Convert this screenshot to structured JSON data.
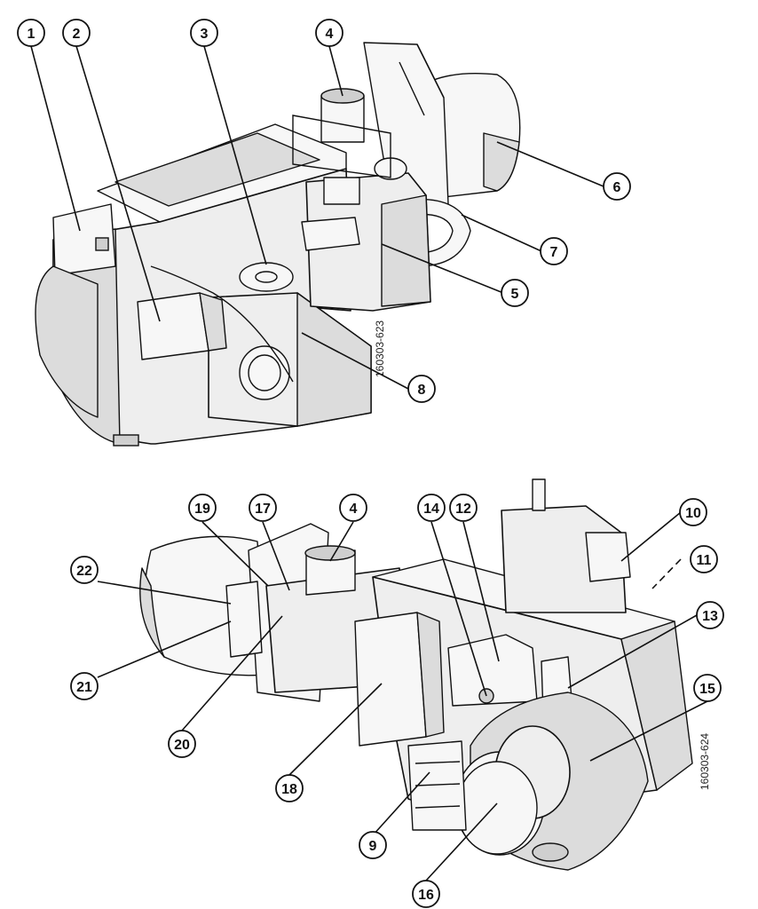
{
  "drawing_codes": {
    "top": "160303-623",
    "bottom": "160303-624"
  },
  "callouts": [
    {
      "id": "c1",
      "label": "1"
    },
    {
      "id": "c2",
      "label": "2"
    },
    {
      "id": "c3",
      "label": "3"
    },
    {
      "id": "c4a",
      "label": "4"
    },
    {
      "id": "c5",
      "label": "5"
    },
    {
      "id": "c6",
      "label": "6"
    },
    {
      "id": "c7",
      "label": "7"
    },
    {
      "id": "c8",
      "label": "8"
    },
    {
      "id": "c4b",
      "label": "4"
    },
    {
      "id": "c9",
      "label": "9"
    },
    {
      "id": "c10",
      "label": "10"
    },
    {
      "id": "c11",
      "label": "11"
    },
    {
      "id": "c12",
      "label": "12"
    },
    {
      "id": "c13",
      "label": "13"
    },
    {
      "id": "c14",
      "label": "14"
    },
    {
      "id": "c15",
      "label": "15"
    },
    {
      "id": "c16",
      "label": "16"
    },
    {
      "id": "c17",
      "label": "17"
    },
    {
      "id": "c18",
      "label": "18"
    },
    {
      "id": "c19",
      "label": "19"
    },
    {
      "id": "c20",
      "label": "20"
    },
    {
      "id": "c21",
      "label": "21"
    },
    {
      "id": "c22",
      "label": "22"
    }
  ]
}
